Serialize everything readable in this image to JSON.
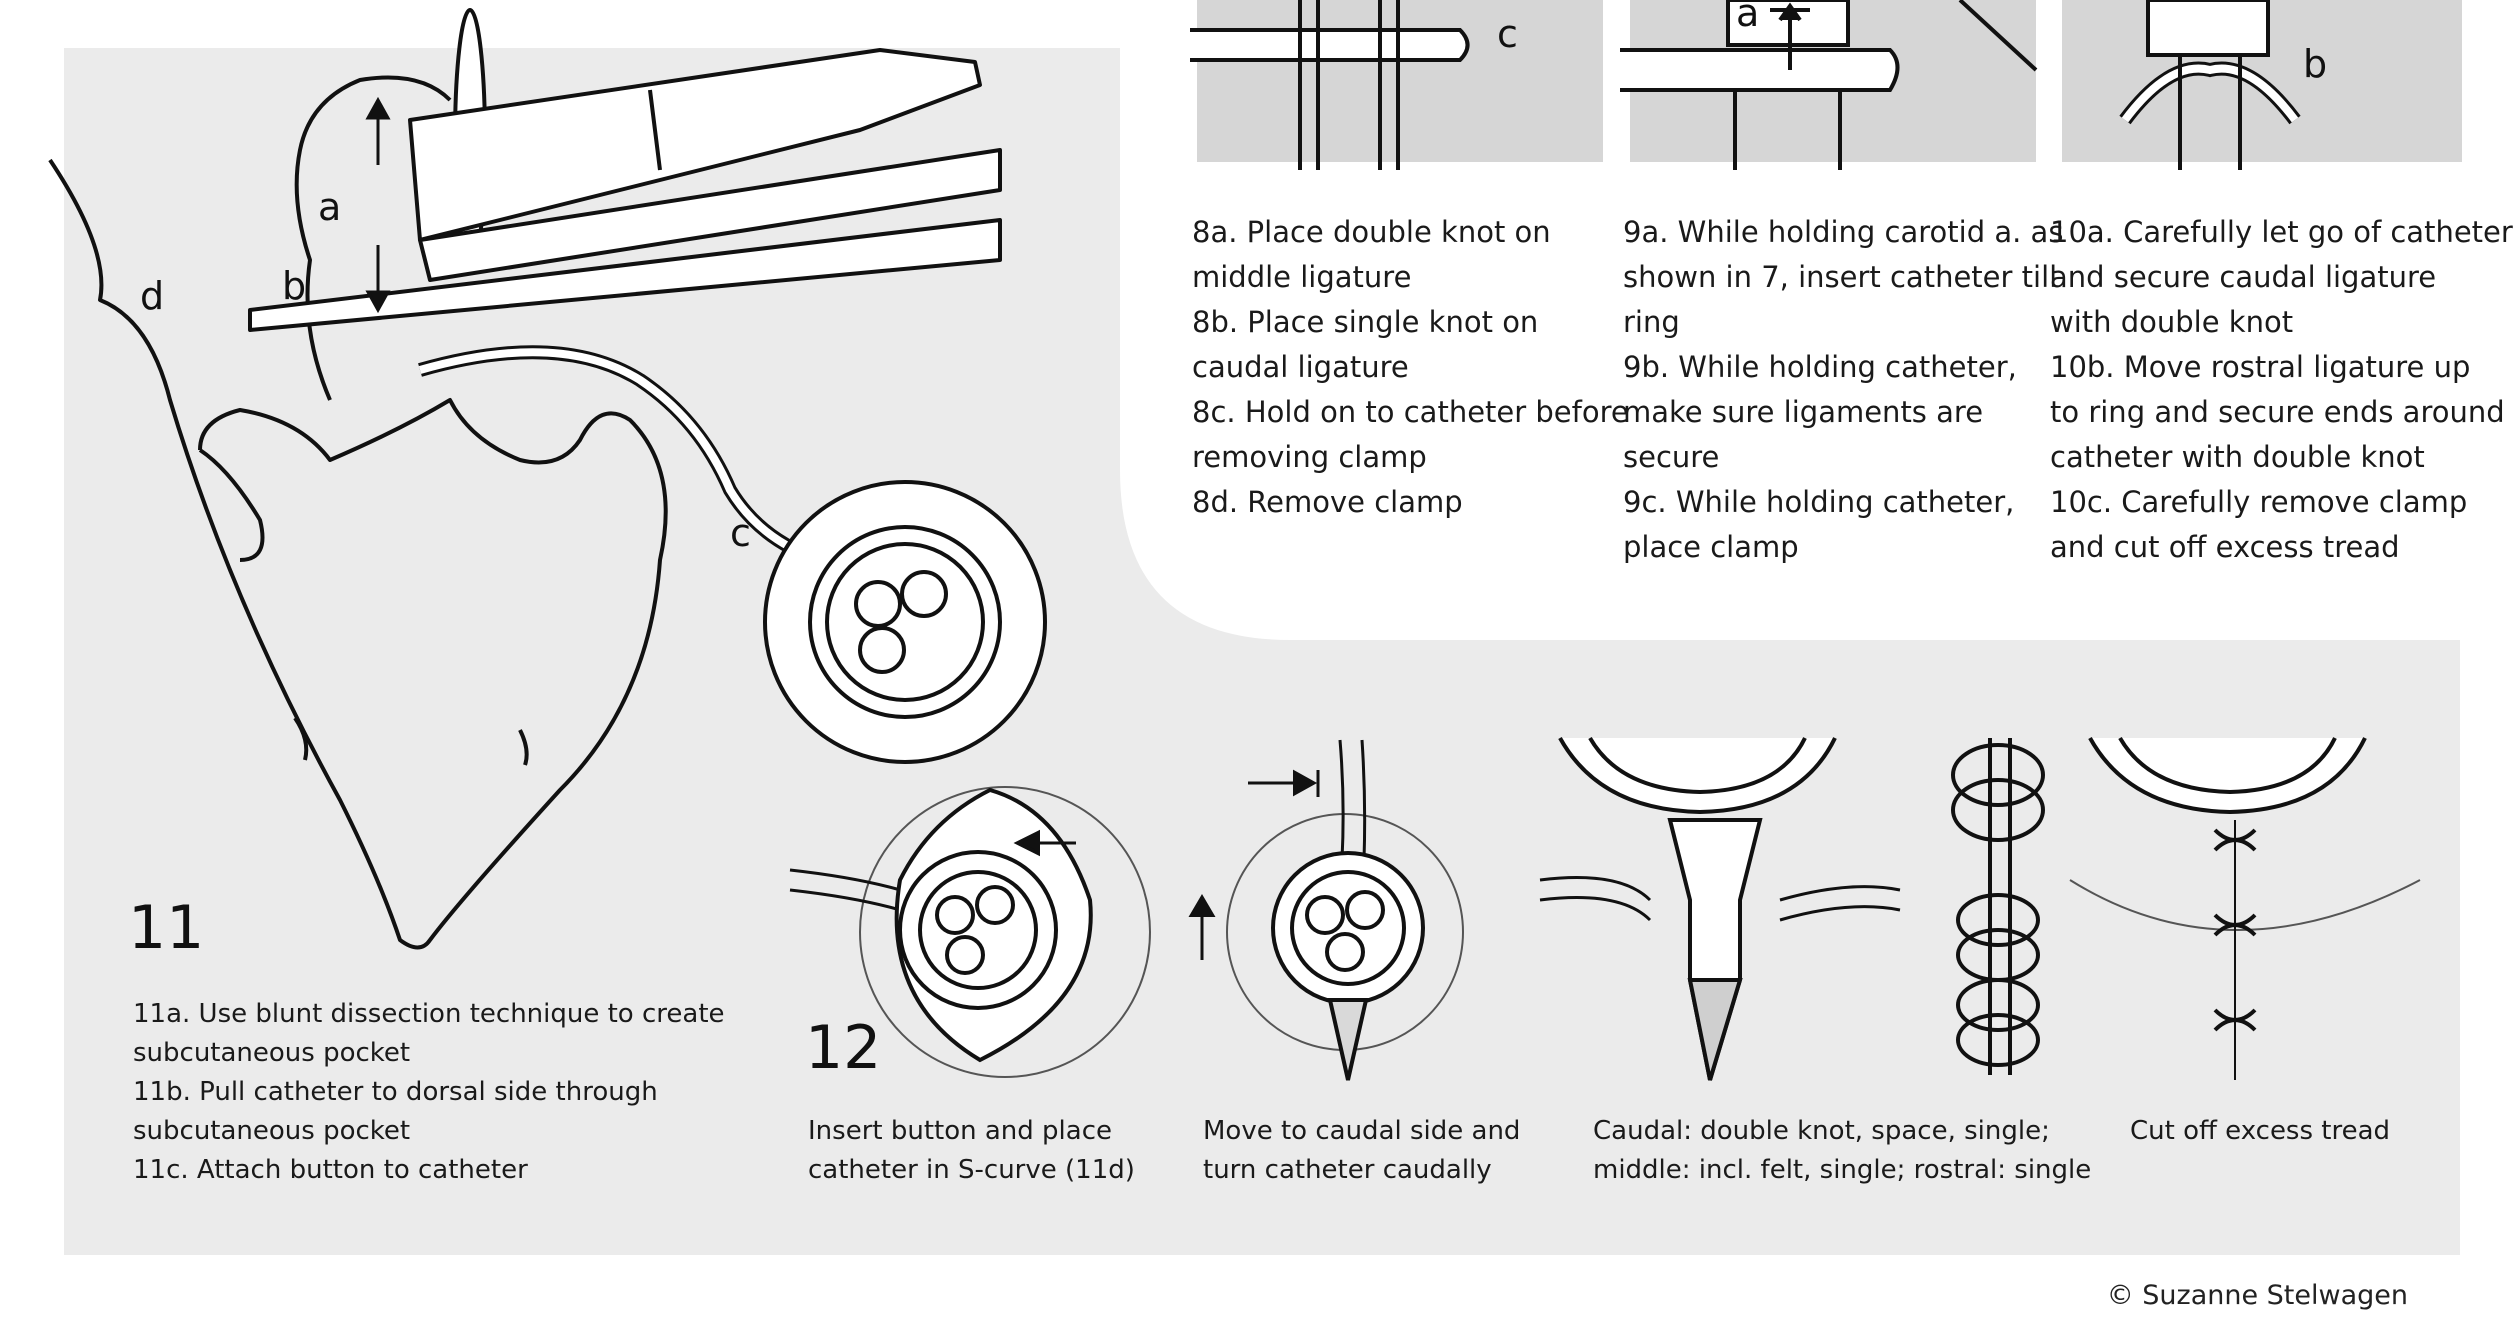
{
  "colors": {
    "panel_gray": "#ebebeb",
    "line": "#111111",
    "text": "#1a1a1a",
    "white": "#ffffff"
  },
  "step8": {
    "label_c": "c",
    "lines": [
      "8a. Place double knot on",
      "middle ligature",
      "8b. Place single knot on",
      "caudal ligature",
      "8c. Hold on to catheter before",
      "removing clamp",
      "8d. Remove clamp"
    ]
  },
  "step9": {
    "label_a": "a",
    "lines": [
      "9a. While holding carotid a. as",
      "shown in 7, insert catheter till",
      "ring",
      "9b. While holding catheter,",
      "make sure ligaments are",
      "secure",
      "9c. While holding catheter,",
      "place clamp"
    ]
  },
  "step10": {
    "label_b": "b",
    "lines": [
      "10a. Carefully let go of catheter",
      "and secure caudal ligature",
      "with double knot",
      "10b. Move rostral ligature up",
      "to ring and secure ends around",
      "catheter with double knot",
      "10c. Carefully remove clamp",
      "and cut off excess tread"
    ]
  },
  "step11": {
    "number": "11",
    "labels": {
      "a": "a",
      "b": "b",
      "c": "c",
      "d": "d"
    },
    "lines": [
      "11a. Use blunt dissection technique to create",
      "subcutaneous pocket",
      "11b. Pull catheter to dorsal side through",
      "subcutaneous pocket",
      "11c. Attach button to catheter"
    ]
  },
  "step12": {
    "number": "12",
    "panels": [
      {
        "lines": [
          "Insert button and place",
          "catheter in S-curve (11d)"
        ]
      },
      {
        "lines": [
          "Move to caudal side and",
          "turn catheter caudally"
        ]
      },
      {
        "lines": [
          "Caudal: double knot, space, single;",
          "middle: incl. felt, single; rostral: single"
        ]
      },
      {
        "lines": [
          "Cut off excess tread"
        ]
      }
    ]
  },
  "credit": "© Suzanne Stelwagen"
}
